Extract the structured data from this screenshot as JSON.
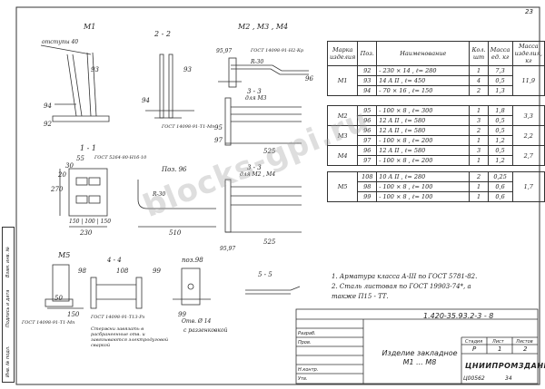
{
  "page_number": "23",
  "views": {
    "m1": "M1",
    "s22": "2 - 2",
    "m234": "M2 , M3 , M4",
    "s11": "1 - 1",
    "poz96": "Поз. 96",
    "s33a": "3 - 3",
    "s33a_sub": "для М3",
    "s33b": "3 - 3",
    "s33b_sub": "для М2 , М4",
    "m5": "M5",
    "s44": "4 - 4",
    "poz98": "поз.98",
    "s55": "5 - 5"
  },
  "dims": {
    "otm_40": "отступы 40",
    "n93a": "93",
    "n92": "92",
    "n94": "94",
    "n93b": "93",
    "n94b": "94",
    "gost_a": "ГОСТ 14098-91-Т1-Мп",
    "d95_97": "95,97",
    "gost_b": "ГОСТ 14098-91-Н2-Кр",
    "r30a": "R-30",
    "n96": "96",
    "n95": "95",
    "n97": "97",
    "d525a": "525",
    "d525b": "525",
    "d510": "510",
    "r30b": "R-30",
    "gost_c": "ГОСТ 5264-80-Н1б-10",
    "d55": "55",
    "d30": "30",
    "d20": "20",
    "d270": "270",
    "d150_100_150": "150 | 100 | 150",
    "d230": "230",
    "d95_97b": "95,97",
    "d108": "108",
    "d99a": "99",
    "d98": "98",
    "d99b": "99",
    "d50": "50",
    "d150": "150",
    "gost_d": "ГОСТ 14098-91-Т1-Мп",
    "gost_e": "ГОСТ 14098-91-Т13-Рз",
    "note_m5": "Стержни завязать в расбранеенные отв. и завязываются электродуговой сваркой",
    "otv": "Отв. Ø 14",
    "razz": "с раззенковкой"
  },
  "table": {
    "headers": [
      "Марка изделия",
      "Поз.",
      "Наименование",
      "Кол. шт",
      "Масса ед. кг",
      "Масса изделия, кг"
    ],
    "groups": [
      {
        "mark": "M1",
        "total": "11,9",
        "rows": [
          {
            "poz": "92",
            "name": "- 230 × 14 , ℓ= 280",
            "qty": "1",
            "mass": "7,3"
          },
          {
            "poz": "93",
            "name": "14 A II , ℓ= 450",
            "qty": "4",
            "mass": "0,5"
          },
          {
            "poz": "94",
            "name": "- 70 × 16 , ℓ= 150",
            "qty": "2",
            "mass": "1,3"
          }
        ]
      },
      {
        "mark": "M2",
        "total": "3,3",
        "rows": [
          {
            "poz": "95",
            "name": "- 100 × 8 , ℓ= 300",
            "qty": "1",
            "mass": "1,8"
          },
          {
            "poz": "96",
            "name": "12 A II , ℓ= 580",
            "qty": "3",
            "mass": "0,5"
          }
        ]
      },
      {
        "mark": "M3",
        "total": "2,2",
        "rows": [
          {
            "poz": "96",
            "name": "12 A II , ℓ= 580",
            "qty": "2",
            "mass": "0,5"
          },
          {
            "poz": "97",
            "name": "- 100 × 8 , ℓ= 200",
            "qty": "1",
            "mass": "1,2"
          }
        ]
      },
      {
        "mark": "M4",
        "total": "2,7",
        "rows": [
          {
            "poz": "96",
            "name": "12 A II , ℓ= 580",
            "qty": "3",
            "mass": "0,5"
          },
          {
            "poz": "97",
            "name": "- 100 × 8 , ℓ= 200",
            "qty": "1",
            "mass": "1,2"
          }
        ]
      },
      {
        "mark": "M5",
        "total": "1,7",
        "rows": [
          {
            "poz": "108",
            "name": "10 A II , ℓ= 280",
            "qty": "2",
            "mass": "0,25"
          },
          {
            "poz": "98",
            "name": "- 100 × 8 , ℓ= 100",
            "qty": "1",
            "mass": "0,6"
          },
          {
            "poz": "99",
            "name": "- 100 × 8 , ℓ= 100",
            "qty": "1",
            "mass": "0,6"
          }
        ]
      }
    ]
  },
  "notes": [
    "1. Арматура класса А-III по ГОСТ 5781-82.",
    "2. Сталь листовая по ГОСТ 19903-74*, а",
    "    также П15 - ТТ."
  ],
  "stamp": {
    "code": "1.420-35.93.2-3 - 8",
    "title_line1": "Изделие закладное",
    "title_line2": "М1 ... М8",
    "stage_label": "Стадия",
    "sheet_label": "Лист",
    "sheets_label": "Листов",
    "stage": "Р",
    "sheet": "1",
    "sheets": "2",
    "org": "ЦНИИПРОМЗДАНИЙ",
    "inv": "Ц00562",
    "inv_sheet": "34",
    "roles": [
      "Разраб.",
      "Пров.",
      "Н.контр.",
      "Утв."
    ]
  },
  "side_labels": [
    "Инв. № подл.",
    "Подпись и дата",
    "Взам. инв. №"
  ],
  "watermark": "blocks-gpi.ru"
}
